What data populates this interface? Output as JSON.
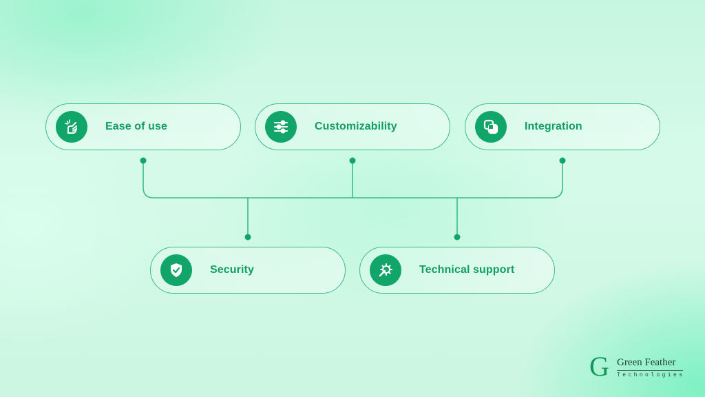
{
  "diagram": {
    "colors": {
      "accent": "#12a56a",
      "label": "#129e63",
      "line": "#3dbb85",
      "background": "#cff8e6"
    },
    "top_row": [
      {
        "label": "Ease of use",
        "icon": "snap-fingers-icon"
      },
      {
        "label": "Customizability",
        "icon": "sliders-icon"
      },
      {
        "label": "Integration",
        "icon": "integration-squares-icon"
      }
    ],
    "bottom_row": [
      {
        "label": "Security",
        "icon": "shield-check-icon"
      },
      {
        "label": "Technical support",
        "icon": "wrench-gear-icon"
      }
    ]
  },
  "logo": {
    "mark": "G",
    "name": "Green Feather",
    "subtitle": "Technologies"
  }
}
